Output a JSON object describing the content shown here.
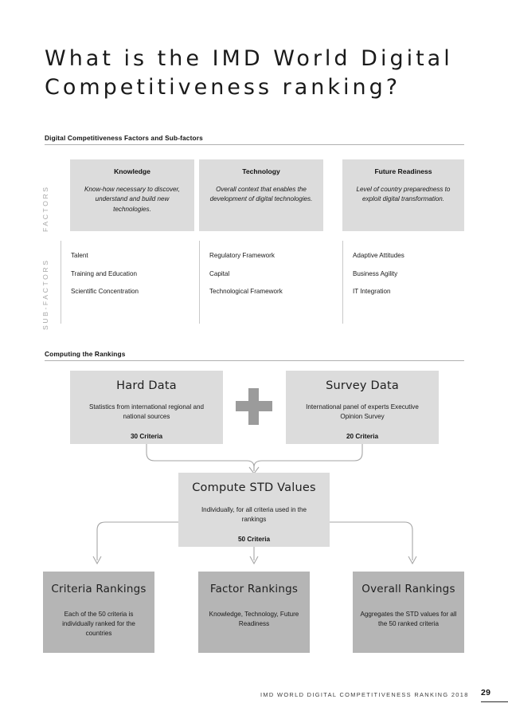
{
  "title": "What is the IMD World Digital Competitiveness ranking?",
  "sections": {
    "factors_heading": "Digital Competitiveness Factors and Sub-factors",
    "computing_heading": "Computing the Rankings"
  },
  "axis_labels": {
    "factors": "FACTORS",
    "subfactors": "SUB-FACTORS"
  },
  "factors": [
    {
      "name": "Knowledge",
      "description": "Know-how necessary to discover, understand and build new technologies.",
      "subfactors": [
        "Talent",
        "Training and Education",
        "Scientific Concentration"
      ]
    },
    {
      "name": "Technology",
      "description": "Overall context that enables the development of digital technologies.",
      "subfactors": [
        "Regulatory Framework",
        "Capital",
        "Technological Framework"
      ]
    },
    {
      "name": "Future Readiness",
      "description": "Level of country preparedness to exploit digital transformation.",
      "subfactors": [
        "Adaptive Attitudes",
        "Business Agility",
        "IT Integration"
      ]
    }
  ],
  "computing": {
    "operator": "plus-sign",
    "inputs": [
      {
        "title": "Hard Data",
        "description": "Statistics from international regional and national sources",
        "criteria": "30 Criteria"
      },
      {
        "title": "Survey Data",
        "description": "International panel of experts Executive Opinion Survey",
        "criteria": "20 Criteria"
      }
    ],
    "process": {
      "title": "Compute STD Values",
      "description": "Individually, for all criteria used in the rankings",
      "criteria": "50 Criteria"
    },
    "outputs": [
      {
        "title": "Criteria Rankings",
        "description": "Each of the 50 criteria is individually ranked for the countries"
      },
      {
        "title": "Factor Rankings",
        "description": "Knowledge, Technology, Future Readiness"
      },
      {
        "title": "Overall Rankings",
        "description": "Aggregates the STD values for all the 50 ranked criteria"
      }
    ]
  },
  "footer": {
    "text": "IMD WORLD DIGITAL COMPETITIVENESS RANKING 2018",
    "page": "29"
  },
  "colors": {
    "box_light": "#dcdcdc",
    "box_dark": "#b5b5b5",
    "connector": "#a6a6a6",
    "rule": "#b0b0b0"
  }
}
